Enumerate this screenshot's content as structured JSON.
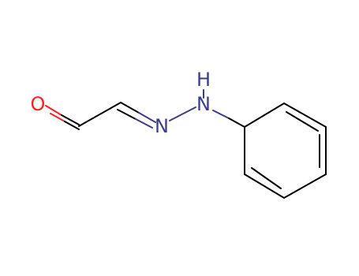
{
  "molecule": {
    "atoms": [
      {
        "id": "O",
        "label": "O",
        "color": "#ff2020"
      },
      {
        "id": "N1",
        "label": "N",
        "color": "#3b3b8f"
      },
      {
        "id": "N2",
        "label": "N",
        "color": "#3b3b8f"
      },
      {
        "id": "H",
        "label": "H",
        "color": "#3b3b8f"
      }
    ],
    "colors": {
      "carbon_bond": "#000000",
      "nitrogen_bond": "#3b3b8f",
      "oxygen_bond": "#ff2020"
    }
  }
}
